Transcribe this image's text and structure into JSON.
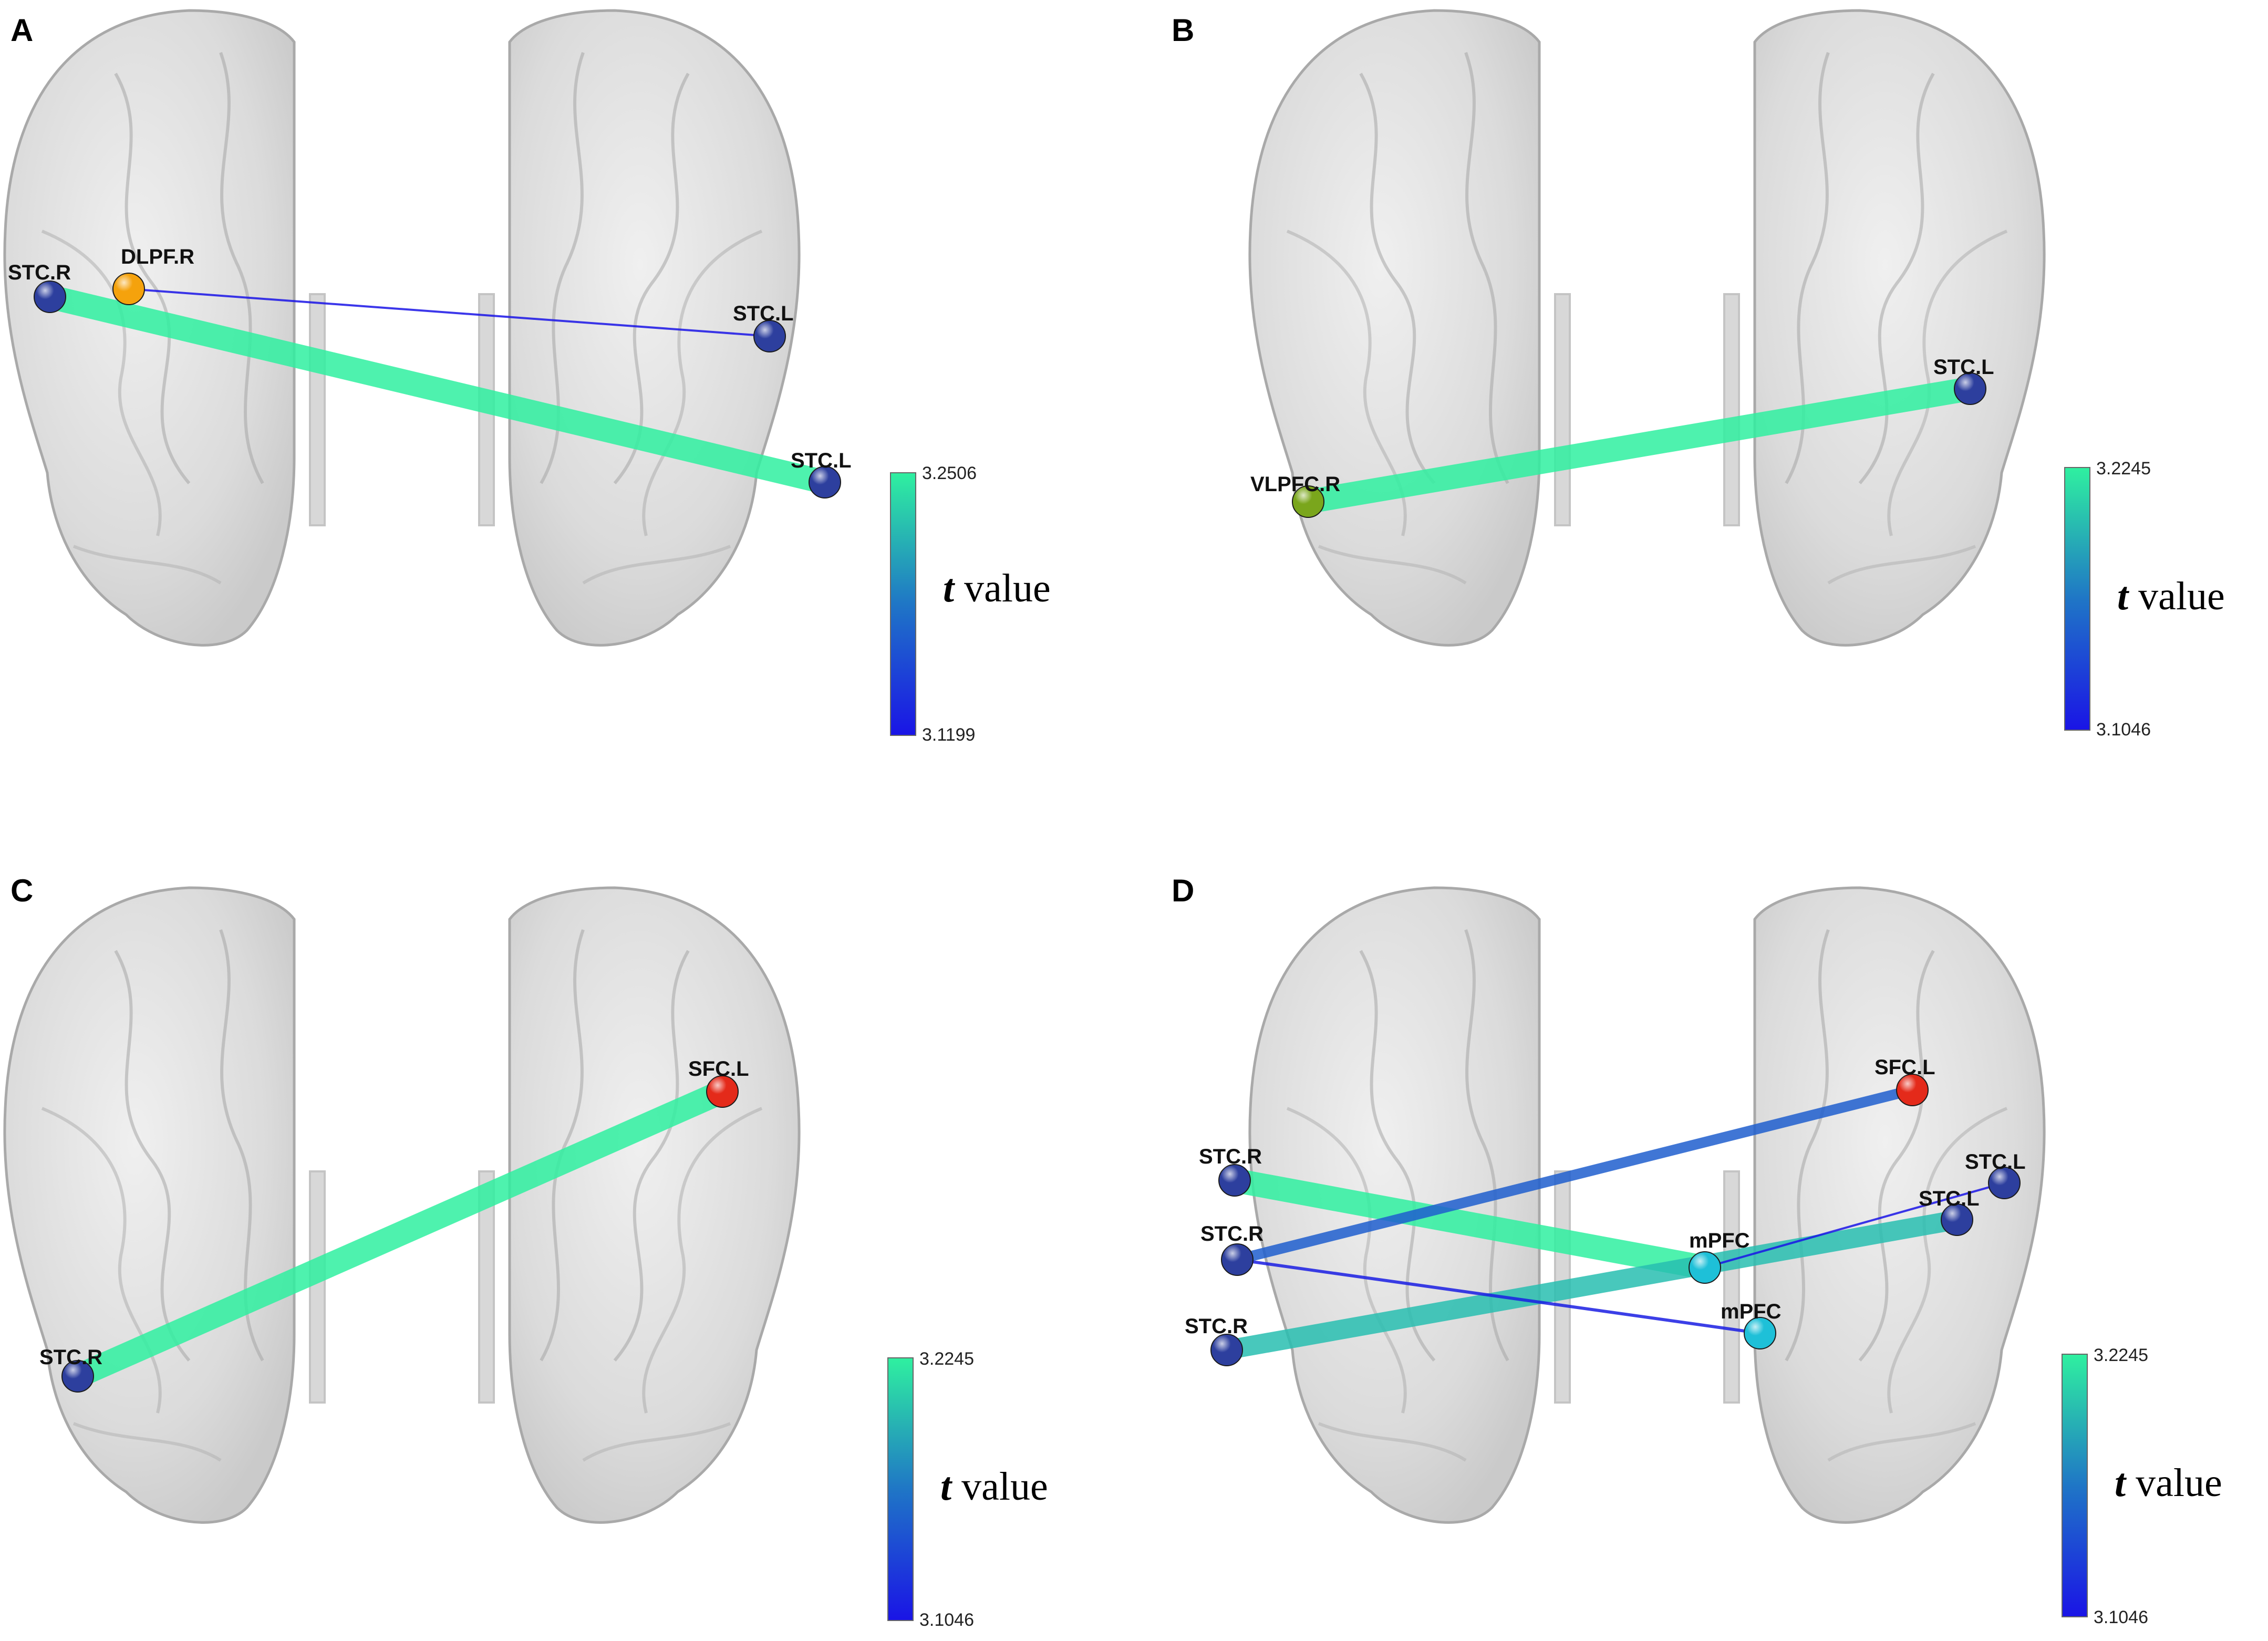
{
  "colorbar": {
    "low": "#1a14e6",
    "mid": "#1f76c6",
    "high": "#2ff0a0"
  },
  "node_colors": {
    "blue": "#2d3f9e",
    "orange": "#f5a20c",
    "olive": "#7aa61c",
    "red": "#e42a1a",
    "cyan": "#1ec0d8"
  },
  "panels": [
    {
      "letter": "A",
      "cbar_max": "3.2506",
      "cbar_min": "3.1199",
      "t_symbol": "t",
      "t_word": "value",
      "nodes": [
        {
          "label": "STC.R",
          "color": "blue"
        },
        {
          "label": "DLPF.R",
          "color": "orange"
        },
        {
          "label": "STC.L",
          "color": "blue"
        },
        {
          "label": "STC.L",
          "color": "blue"
        }
      ],
      "edges": [
        {
          "from": 0,
          "to": 3,
          "t": 3.2506
        },
        {
          "from": 1,
          "to": 2,
          "t": 3.1199
        }
      ]
    },
    {
      "letter": "B",
      "cbar_max": "3.2245",
      "cbar_min": "3.1046",
      "t_symbol": "t",
      "t_word": "value",
      "nodes": [
        {
          "label": "VLPFC.R",
          "color": "olive"
        },
        {
          "label": "STC.L",
          "color": "blue"
        }
      ],
      "edges": [
        {
          "from": 0,
          "to": 1,
          "t": 3.2245
        }
      ]
    },
    {
      "letter": "C",
      "cbar_max": "3.2245",
      "cbar_min": "3.1046",
      "t_symbol": "t",
      "t_word": "value",
      "nodes": [
        {
          "label": "STC.R",
          "color": "blue"
        },
        {
          "label": "SFC.L",
          "color": "red"
        }
      ],
      "edges": [
        {
          "from": 0,
          "to": 1,
          "t": 3.2245
        }
      ]
    },
    {
      "letter": "D",
      "cbar_max": "3.2245",
      "cbar_min": "3.1046",
      "t_symbol": "t",
      "t_word": "value",
      "nodes": [
        {
          "label": "STC.R",
          "color": "blue"
        },
        {
          "label": "STC.R",
          "color": "blue"
        },
        {
          "label": "STC.R",
          "color": "blue"
        },
        {
          "label": "SFC.L",
          "color": "red"
        },
        {
          "label": "STC.L",
          "color": "blue"
        },
        {
          "label": "STC.L",
          "color": "blue"
        },
        {
          "label": "mPFC",
          "color": "cyan"
        },
        {
          "label": "mPFC",
          "color": "cyan"
        }
      ],
      "edges": [
        {
          "from": 0,
          "to": 6,
          "t": 3.2245
        },
        {
          "from": 2,
          "to": 5,
          "t": 3.2
        },
        {
          "from": 1,
          "to": 3,
          "t": 3.15
        },
        {
          "from": 1,
          "to": 7,
          "t": 3.11
        },
        {
          "from": 6,
          "to": 4,
          "t": 3.1046
        }
      ]
    }
  ]
}
